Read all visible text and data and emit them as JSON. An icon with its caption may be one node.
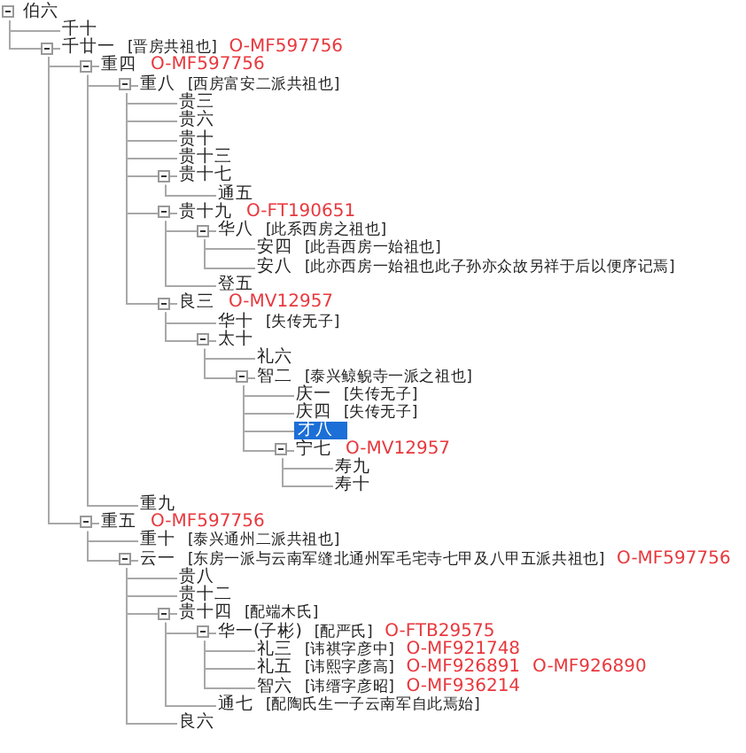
{
  "diagram": {
    "nodes": [
      {
        "text": [
          "伯六"
        ]
      },
      {
        "text": [
          "千十"
        ]
      },
      {
        "text": [
          "千廿一",
          "[晋房共祖也]"
        ],
        "beside": [
          "O-MF597756"
        ]
      },
      {
        "text": [
          "重四"
        ],
        "beside": [
          "O-MF597756"
        ]
      },
      {
        "text": [
          "重八",
          "[西房富安二派共祖也]"
        ]
      },
      {
        "text": [
          "贵三"
        ]
      },
      {
        "text": [
          "贵六"
        ]
      },
      {
        "text": [
          "贵十"
        ]
      },
      {
        "text": [
          "贵十三"
        ]
      },
      {
        "text": [
          "贵十七"
        ]
      },
      {
        "text": [
          "通五"
        ]
      },
      {
        "text": [
          "贵十九"
        ],
        "beside": [
          "O-FT190651"
        ]
      },
      {
        "text": [
          "华八",
          "[此系西房之祖也]"
        ]
      },
      {
        "text": [
          "安四",
          "[此吾西房一始祖也]"
        ]
      },
      {
        "text": [
          "安八",
          "[此亦西房一始祖也此子孙亦众故另祥于后以便序记焉]"
        ]
      },
      {
        "text": [
          "登五"
        ]
      },
      {
        "text": [
          "良三"
        ],
        "beside": [
          "O-MV12957"
        ]
      },
      {
        "text": [
          "华十",
          "[失传无子]"
        ]
      },
      {
        "text": [
          "太十"
        ]
      },
      {
        "text": [
          "礼六"
        ]
      },
      {
        "text": [
          "智二",
          "[泰兴鲸鲵寺一派之祖也]"
        ]
      },
      {
        "text": [
          "庆一",
          "[失传无子]"
        ]
      },
      {
        "text": [
          "庆四",
          "[失传无子]"
        ]
      },
      {
        "text": [
          "才八"
        ]
      },
      {
        "text": [
          "宁七"
        ],
        "beside": [
          "O-MV12957"
        ]
      },
      {
        "text": [
          "寿九"
        ]
      },
      {
        "text": [
          "寿十"
        ]
      },
      {
        "text": [
          "重九"
        ]
      },
      {
        "text": [
          "重五"
        ],
        "beside": [
          "O-MF597756"
        ]
      },
      {
        "text": [
          "重十",
          "[泰兴通州二派共祖也]"
        ]
      },
      {
        "text": [
          "云一",
          "[东房一派与云南军缝北通州军毛宅寺七甲及八甲五派共祖也]"
        ],
        "beside": [
          "O-MF597756"
        ]
      },
      {
        "text": [
          "贵八"
        ]
      },
      {
        "text": [
          "贵十二"
        ]
      },
      {
        "text": [
          "贵十四",
          "[配端木氏]"
        ]
      },
      {
        "text": [
          "华一(子彬)",
          "[配严氏]"
        ],
        "beside": [
          "O-FTB29575"
        ]
      },
      {
        "text": [
          "礼三",
          "[讳祺字彦中]"
        ],
        "beside": [
          "O-MF921748"
        ]
      },
      {
        "text": [
          "礼五",
          "[讳熙字彦高]"
        ],
        "beside": [
          "O-MF926891",
          "O-MF926890"
        ]
      },
      {
        "text": [
          "智六",
          "[讳缙字彦昭]"
        ],
        "beside": [
          "O-MF936214"
        ]
      },
      {
        "text": [
          "通七",
          "[配陶氏生一子云南军自此焉始]"
        ]
      },
      {
        "text": [
          "良六"
        ]
      }
    ],
    "edges": [
      {
        "from": 0,
        "to": 1,
        "arrow": "none"
      },
      {
        "from": 0,
        "to": 2,
        "arrow": "none"
      },
      {
        "from": 2,
        "to": 3,
        "arrow": "none"
      },
      {
        "from": 3,
        "to": 4,
        "arrow": "none"
      },
      {
        "from": 4,
        "to": 5,
        "arrow": "none"
      },
      {
        "from": 4,
        "to": 6,
        "arrow": "none"
      },
      {
        "from": 4,
        "to": 7,
        "arrow": "none"
      },
      {
        "from": 4,
        "to": 8,
        "arrow": "none"
      },
      {
        "from": 4,
        "to": 9,
        "arrow": "none"
      },
      {
        "from": 9,
        "to": 10,
        "arrow": "none"
      },
      {
        "from": 4,
        "to": 11,
        "arrow": "none"
      },
      {
        "from": 11,
        "to": 12,
        "arrow": "none"
      },
      {
        "from": 12,
        "to": 13,
        "arrow": "none"
      },
      {
        "from": 12,
        "to": 14,
        "arrow": "none"
      },
      {
        "from": 11,
        "to": 15,
        "arrow": "none"
      },
      {
        "from": 4,
        "to": 16,
        "arrow": "none"
      },
      {
        "from": 16,
        "to": 17,
        "arrow": "none"
      },
      {
        "from": 16,
        "to": 18,
        "arrow": "none"
      },
      {
        "from": 18,
        "to": 19,
        "arrow": "none"
      },
      {
        "from": 18,
        "to": 20,
        "arrow": "none"
      },
      {
        "from": 20,
        "to": 21,
        "arrow": "none"
      },
      {
        "from": 20,
        "to": 22,
        "arrow": "none"
      },
      {
        "from": 20,
        "to": 23,
        "arrow": "none"
      },
      {
        "from": 20,
        "to": 24,
        "arrow": "none"
      },
      {
        "from": 24,
        "to": 25,
        "arrow": "none"
      },
      {
        "from": 24,
        "to": 26,
        "arrow": "none"
      },
      {
        "from": 3,
        "to": 27,
        "arrow": "none"
      },
      {
        "from": 2,
        "to": 28,
        "arrow": "none"
      },
      {
        "from": 28,
        "to": 29,
        "arrow": "none"
      },
      {
        "from": 28,
        "to": 30,
        "arrow": "none"
      },
      {
        "from": 30,
        "to": 31,
        "arrow": "none"
      },
      {
        "from": 30,
        "to": 32,
        "arrow": "none"
      },
      {
        "from": 30,
        "to": 33,
        "arrow": "none"
      },
      {
        "from": 33,
        "to": 34,
        "arrow": "none"
      },
      {
        "from": 34,
        "to": 35,
        "arrow": "none"
      },
      {
        "from": 34,
        "to": 36,
        "arrow": "none"
      },
      {
        "from": 34,
        "to": 37,
        "arrow": "none"
      },
      {
        "from": 33,
        "to": 38,
        "arrow": "none"
      },
      {
        "from": 30,
        "to": 39,
        "arrow": "none"
      }
    ]
  }
}
